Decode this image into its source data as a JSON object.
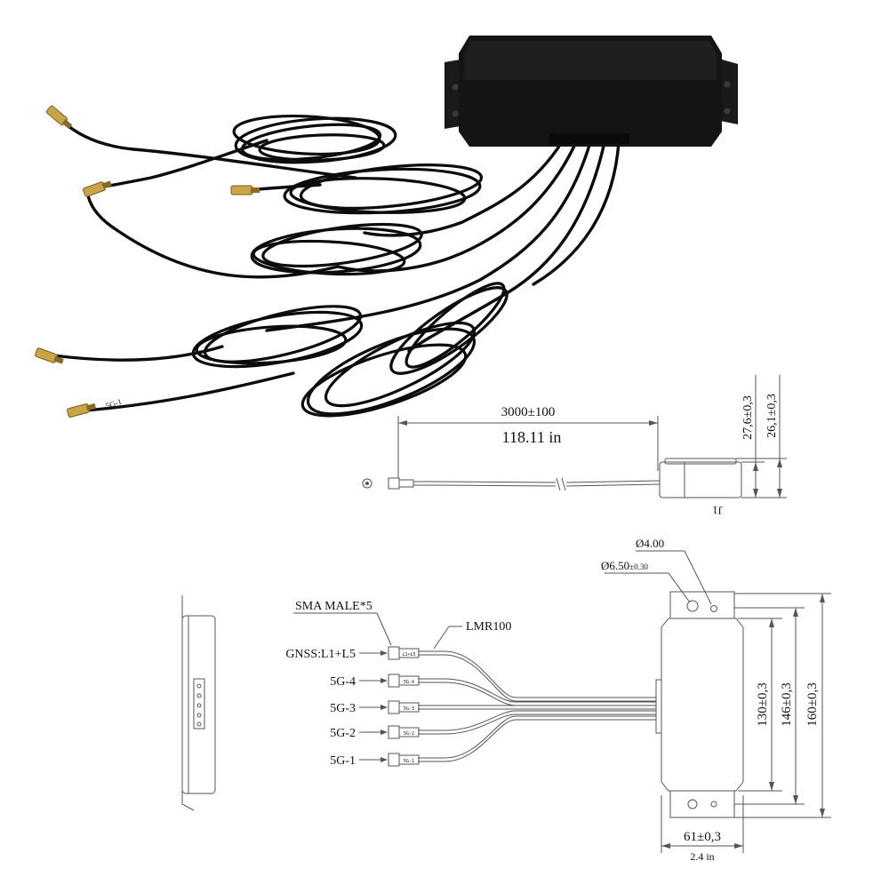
{
  "colors": {
    "background": "#ffffff",
    "product_body": "#141414",
    "cable": "#0c0c0c",
    "connector_gold": "#c9a54a",
    "drawing_line": "#555555",
    "text": "#111111"
  },
  "photo": {
    "cable_label": "5G-1"
  },
  "side_view": {
    "length_dimension": "3000±100",
    "length_inches": "118.11 in",
    "height_outer": "27,6±0,3",
    "height_inner": "26,1±0,3",
    "connector_label": "J1"
  },
  "top_view": {
    "hole_diameter": "Ø4.00",
    "hole_outer_diameter": "Ø6.50",
    "hole_outer_tolerance": "±0.30",
    "connector_type": "SMA MALE*5",
    "cable_type": "LMR100",
    "ports": [
      {
        "name": "GNSS:L1+L5",
        "tag": "L1+L5"
      },
      {
        "name": "5G-4",
        "tag": "5G-4"
      },
      {
        "name": "5G-3",
        "tag": "5G-3"
      },
      {
        "name": "5G-2",
        "tag": "5G-2"
      },
      {
        "name": "5G-1",
        "tag": "5G-1"
      }
    ],
    "height_inner": "130±0,3",
    "height_middle": "146±0,3",
    "height_outer": "160±0,3",
    "width": "61±0,3",
    "width_inches": "2.4 in"
  }
}
